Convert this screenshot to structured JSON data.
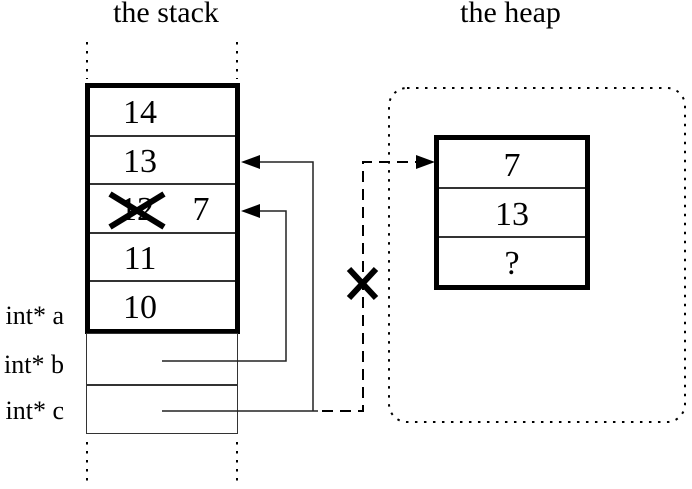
{
  "titles": {
    "stack": "the stack",
    "heap": "the heap"
  },
  "stack": {
    "cells": [
      {
        "value": "14"
      },
      {
        "value": "13"
      },
      {
        "old_value": "12",
        "new_value": "7"
      },
      {
        "value": "11"
      },
      {
        "value": "10"
      }
    ],
    "variables": [
      {
        "label": "int* a"
      },
      {
        "label": "int* b"
      },
      {
        "label": "int* c"
      }
    ]
  },
  "heap": {
    "cells": [
      {
        "value": "7"
      },
      {
        "value": "13"
      },
      {
        "value": "?"
      }
    ]
  }
}
